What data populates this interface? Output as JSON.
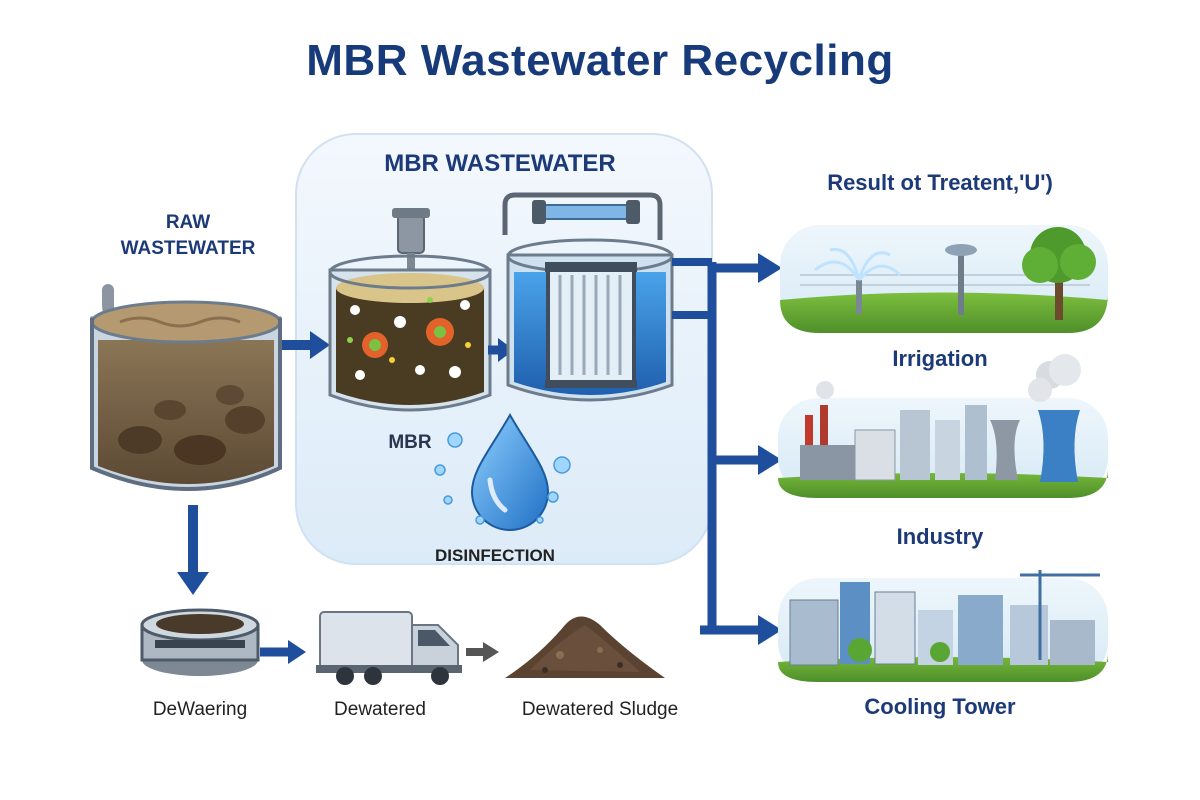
{
  "title": "MBR Wastewater Recycling",
  "stages": {
    "raw": "RAW\nWASTEWATER",
    "mbr": "MBR WASTEWATER",
    "mbr_small": "MBR",
    "disinfection": "DISINFECTION"
  },
  "results": {
    "heading": "Result ot Treatent,'U')",
    "items": [
      "Irrigation",
      "Industry",
      "Cooling Tower"
    ]
  },
  "sludge": {
    "items": [
      "DeWaering",
      "Dewatered",
      "Dewatered Sludge"
    ]
  },
  "colors": {
    "title": "#163a7a",
    "arrow": "#1f4f9c",
    "panel": "#e6f1fb",
    "water": "#2f86d8"
  },
  "icons": [
    "raw-tank-icon",
    "aeration-tank-icon",
    "membrane-tank-icon",
    "water-drop-icon",
    "dewatering-unit-icon",
    "truck-icon",
    "sludge-pile-icon",
    "irrigation-scene-icon",
    "industry-scene-icon",
    "city-scene-icon"
  ]
}
